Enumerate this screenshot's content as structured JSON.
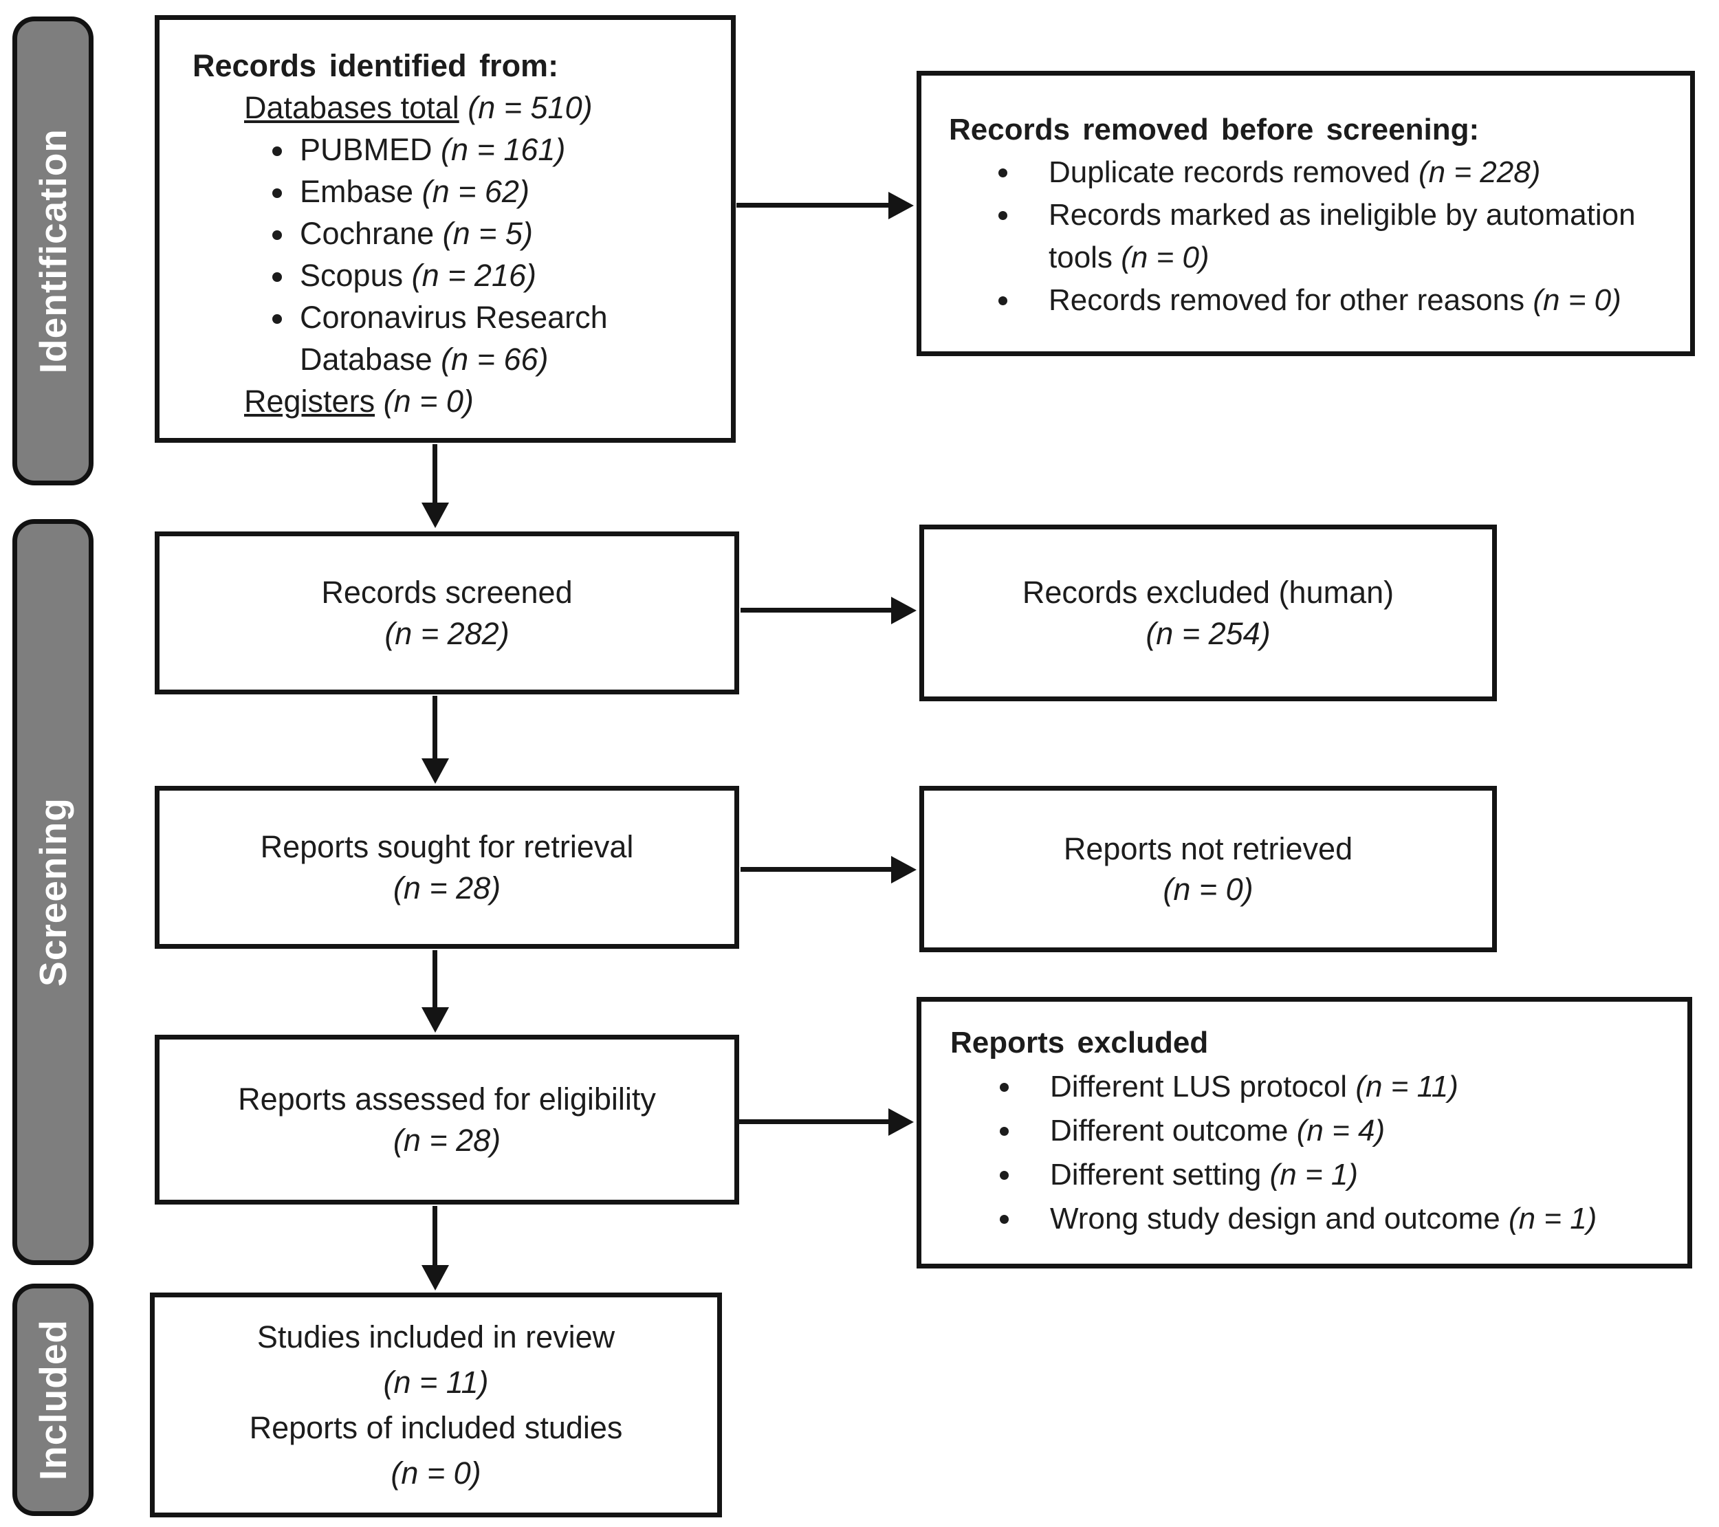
{
  "diagram": {
    "stages": [
      {
        "label": "Identification"
      },
      {
        "label": "Screening"
      },
      {
        "label": "Included"
      }
    ],
    "boxes": {
      "identified": {
        "title": "Records identified from:",
        "databases_heading": "Databases total",
        "databases_n": "(n = 510)",
        "sources": [
          {
            "label": "PUBMED",
            "n": "(n = 161)"
          },
          {
            "label": "Embase",
            "n": "(n = 62)"
          },
          {
            "label": "Cochrane",
            "n": "(n = 5)"
          },
          {
            "label": "Scopus",
            "n": "(n = 216)"
          },
          {
            "label": "Coronavirus Research Database",
            "n": "(n = 66)"
          }
        ],
        "registers_heading": "Registers",
        "registers_n": "(n = 0)"
      },
      "removed": {
        "title": "Records removed before screening:",
        "items": [
          {
            "label": "Duplicate records removed",
            "n": "(n = 228)"
          },
          {
            "label": "Records marked as ineligible by automation tools",
            "n": "(n = 0)"
          },
          {
            "label": "Records removed for other reasons",
            "n": "(n = 0)"
          }
        ]
      },
      "screened": {
        "label": "Records screened",
        "n": "(n = 282)"
      },
      "excluded_human": {
        "label": "Records excluded (human)",
        "n": "(n = 254)"
      },
      "sought": {
        "label": "Reports sought for retrieval",
        "n": "(n = 28)"
      },
      "not_retrieved": {
        "label": "Reports not retrieved",
        "n": "(n = 0)"
      },
      "assessed": {
        "label": "Reports assessed for eligibility",
        "n": "(n = 28)"
      },
      "reports_excluded": {
        "title": "Reports excluded",
        "items": [
          {
            "label": "Different LUS protocol",
            "n": "(n = 11)"
          },
          {
            "label": "Different outcome",
            "n": "(n = 4)"
          },
          {
            "label": "Different setting",
            "n": "(n = 1)"
          },
          {
            "label": "Wrong study design and outcome",
            "n": "(n = 1)"
          }
        ]
      },
      "included": {
        "line1": "Studies included in review",
        "n1": "(n = 11)",
        "line2": "Reports of included studies",
        "n2": "(n = 0)"
      }
    },
    "colors": {
      "stage_fill": "#7e7e7e",
      "stage_text": "#ffffff",
      "box_border": "#141414",
      "text": "#1c1c1c",
      "background": "#ffffff"
    }
  }
}
